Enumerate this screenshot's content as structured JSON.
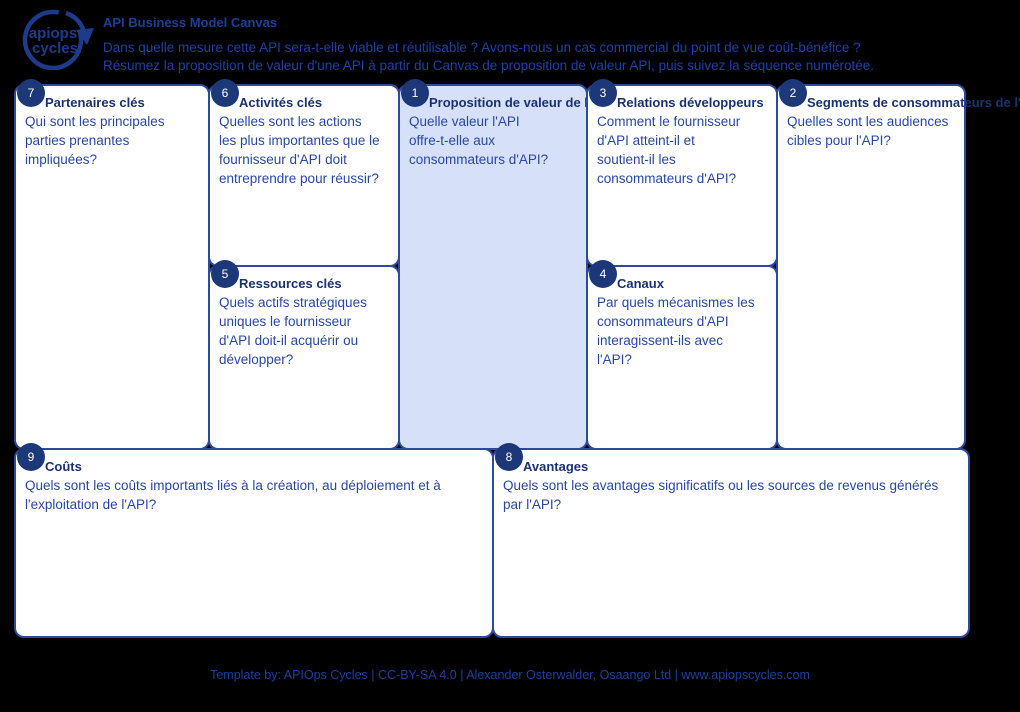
{
  "header": {
    "logo": {
      "line1": "apiops",
      "line2": "cycles"
    },
    "title": "API Business Model Canvas",
    "line1": "Dans quelle mesure cette API sera-t-elle viable et réutilisable ? Avons-nous un cas commercial du point de vue coût-bénéfice ?",
    "line2": "Résumez la proposition de valeur d'une API à partir du Canvas de proposition de valeur API, puis suivez la séquence numérotée."
  },
  "boxes": [
    {
      "number": "7",
      "title": "Partenaires clés",
      "body": "Qui sont les principales\nparties prenantes\nimpliquées?"
    },
    {
      "number": "6",
      "title": "Activités clés",
      "body": "Quelles sont les actions\nles plus importantes que le\nfournisseur d'API doit\nentreprendre pour réussir?"
    },
    {
      "number": "5",
      "title": "Ressources clés",
      "body": "Quels actifs stratégiques\nuniques le fournisseur\nd'API doit-il acquérir ou\ndévelopper?"
    },
    {
      "number": "1",
      "title": "Proposition de valeur de l'API",
      "body": "Quelle valeur l'API\noffre-t-elle aux\nconsommateurs d'API?"
    },
    {
      "number": "3",
      "title": "Relations développeurs",
      "body": "Comment le fournisseur\nd'API atteint-il et\nsoutient-il les\nconsommateurs d'API?"
    },
    {
      "number": "4",
      "title": "Canaux",
      "body": "Par quels mécanismes les\nconsommateurs d'API\ninteragissent-ils avec\nl'API?"
    },
    {
      "number": "2",
      "title": "Segments de consommateurs de l'API",
      "body": "Quelles sont les audiences\ncibles pour l'API?"
    },
    {
      "number": "9",
      "title": "Coûts",
      "body": "Quels sont les coûts importants liés à la création, au déploiement et à\nl'exploitation de l'API?"
    },
    {
      "number": "8",
      "title": "Avantages",
      "body": "Quels sont les avantages significatifs ou les sources de revenus générés\npar l'API?"
    }
  ],
  "footer": {
    "text": "Template by: APIOps Cycles | CC-BY-SA 4.0 | Alexander Osterwalder, Osaango Ltd | www.apiopscycles.com"
  },
  "colors": {
    "background": "#000000",
    "accent_blue": "#1d41a4",
    "border_blue": "#2c4a9e",
    "badge_navy": "#1d3878",
    "title_navy": "#1a326f",
    "highlight_fill": "#d6e0f8"
  }
}
